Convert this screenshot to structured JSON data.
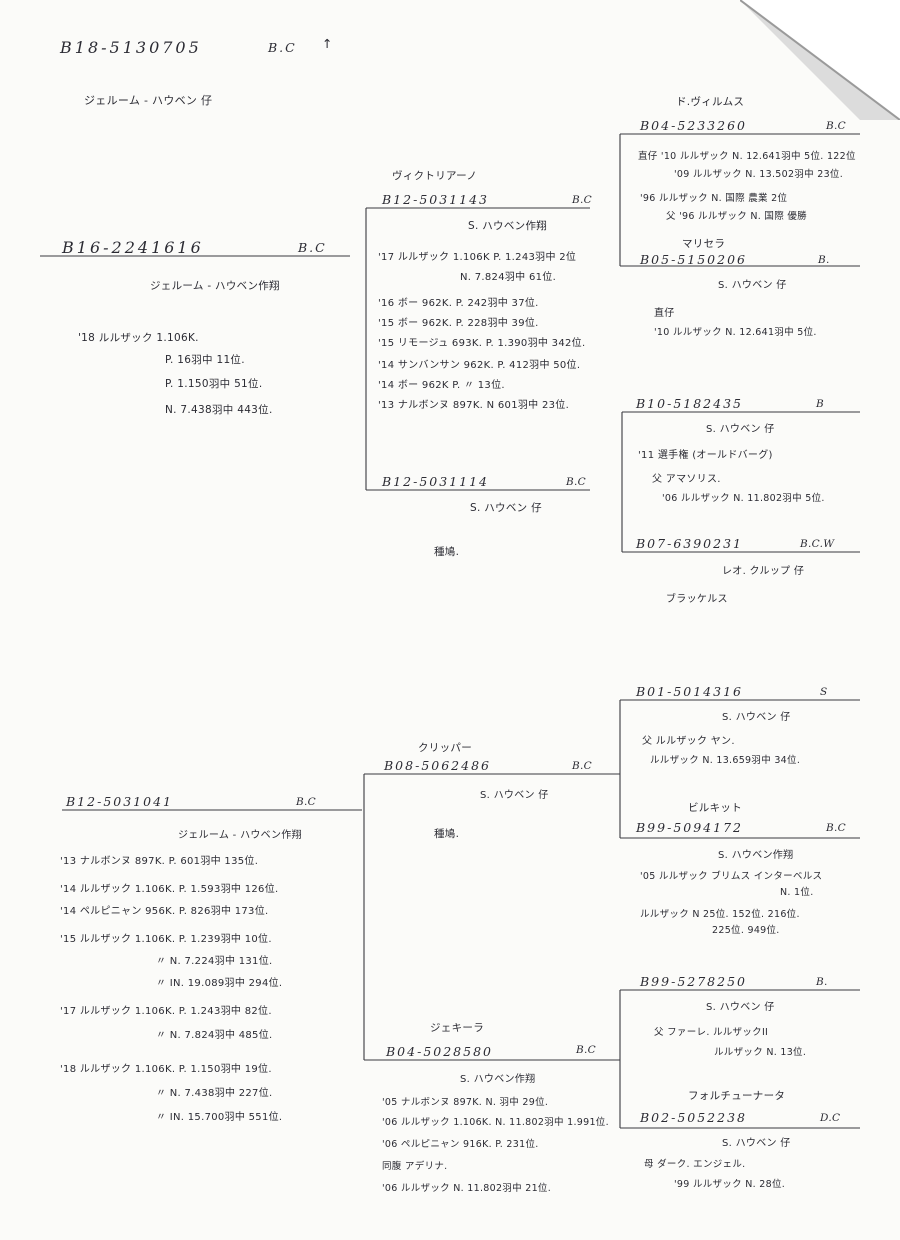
{
  "header": {
    "code": "B18-5130705",
    "tag": "B.C",
    "mark": "↑",
    "name": "ジェルーム - ハウベン 仔"
  },
  "tree1": {
    "root": {
      "code": "B16-2241616",
      "tag": "B.C",
      "name": "ジェルーム - ハウベン作翔",
      "records": [
        "'18  ルルザック 1.106K.",
        "P. 16羽中  11位.",
        "P. 1.150羽中  51位.",
        "N. 7.438羽中  443位."
      ]
    },
    "sire": {
      "name": "ヴィクトリアーノ",
      "code": "B12-5031143",
      "tag": "B.C",
      "breeder": "S. ハウベン作翔",
      "records": [
        "'17 ルルザック 1.106K P. 1.243羽中 2位",
        "N. 7.824羽中 61位.",
        "'16 ボー 962K. P. 242羽中 37位.",
        "'15 ボー 962K. P. 228羽中 39位.",
        "'15 リモージュ 693K. P. 1.390羽中 342位.",
        "'14 サンバンサン 962K. P. 412羽中 50位.",
        "'14 ボー 962K P. 〃 13位.",
        "'13 ナルボンヌ 897K. N 601羽中 23位."
      ]
    },
    "dam": {
      "code": "B12-5031114",
      "tag": "B.C",
      "breeder": "S. ハウベン 仔",
      "note": "種鳩."
    },
    "sire_sire": {
      "name": "ド.ヴィルムス",
      "code": "B04-5233260",
      "tag": "B.C",
      "records": [
        "直仔 '10 ルルザック N. 12.641羽中 5位. 122位",
        "'09 ルルザック N. 13.502羽中 23位.",
        "'96 ルルザック N. 国際 農業 2位",
        "父 '96 ルルザック N. 国際 優勝"
      ]
    },
    "sire_dam": {
      "name": "マリセラ",
      "code": "B05-5150206",
      "tag": "B.",
      "breeder": "S. ハウベン 仔",
      "records": [
        "直仔",
        "'10 ルルザック N. 12.641羽中 5位."
      ]
    },
    "dam_sire": {
      "code": "B10-5182435",
      "tag": "B",
      "breeder": "S. ハウベン 仔",
      "records": [
        "'11 選手権 (オールドバーグ)",
        "父 アマソリス.",
        "'06 ルルザック N. 11.802羽中 5位."
      ]
    },
    "dam_dam": {
      "code": "B07-6390231",
      "tag": "B.C.W",
      "breeder": "レオ. クルップ 仔",
      "note": "ブラッケルス"
    }
  },
  "tree2": {
    "root": {
      "code": "B12-5031041",
      "tag": "B.C",
      "name": "ジェルーム - ハウベン作翔",
      "records": [
        "'13  ナルボンヌ 897K. P. 601羽中 135位.",
        "'14  ルルザック 1.106K. P. 1.593羽中 126位.",
        "'14  ペルピニャン 956K. P. 826羽中 173位.",
        "'15  ルルザック 1.106K. P. 1.239羽中 10位.",
        "〃  N. 7.224羽中 131位.",
        "〃  IN. 19.089羽中 294位.",
        "'17  ルルザック 1.106K. P. 1.243羽中 82位.",
        "〃  N. 7.824羽中 485位.",
        "'18  ルルザック 1.106K. P. 1.150羽中 19位.",
        "〃  N. 7.438羽中 227位.",
        "〃  IN. 15.700羽中 551位."
      ]
    },
    "sire": {
      "name": "クリッパー",
      "code": "B08-5062486",
      "tag": "B.C",
      "breeder": "S. ハウベン 仔",
      "note": "種鳩."
    },
    "dam": {
      "name": "ジェキーラ",
      "code": "B04-5028580",
      "tag": "B.C",
      "breeder": "S. ハウベン作翔",
      "records": [
        "'05 ナルボンヌ 897K. N. 羽中 29位.",
        "'06 ルルザック 1.106K. N. 11.802羽中 1.991位.",
        "'06 ペルピニャン 916K. P. 231位.",
        "同腹  アデリナ.",
        "'06 ルルザック N. 11.802羽中 21位."
      ]
    },
    "sire_sire": {
      "code": "B01-5014316",
      "tag": "S",
      "breeder": "S. ハウベン 仔",
      "records": [
        "父 ルルザック ヤン.",
        "ルルザック N. 13.659羽中 34位."
      ]
    },
    "sire_dam": {
      "name": "ビルキット",
      "code": "B99-5094172",
      "tag": "B.C",
      "breeder": "S. ハウベン作翔",
      "records": [
        "'05 ルルザック ブリムス インターベルス",
        "N. 1位.",
        "ルルザック N 25位. 152位. 216位.",
        "225位. 949位."
      ]
    },
    "dam_sire": {
      "code": "B99-5278250",
      "tag": "B.",
      "breeder": "S. ハウベン 仔",
      "records": [
        "父 ファーレ. ルルザックII",
        "ルルザック N. 13位."
      ]
    },
    "dam_dam": {
      "name": "フォルチューナータ",
      "code": "B02-5052238",
      "tag": "D.C",
      "breeder": "S. ハウベン 仔",
      "records": [
        "母 ダーク. エンジェル.",
        "'99 ルルザック N. 28位."
      ]
    }
  }
}
